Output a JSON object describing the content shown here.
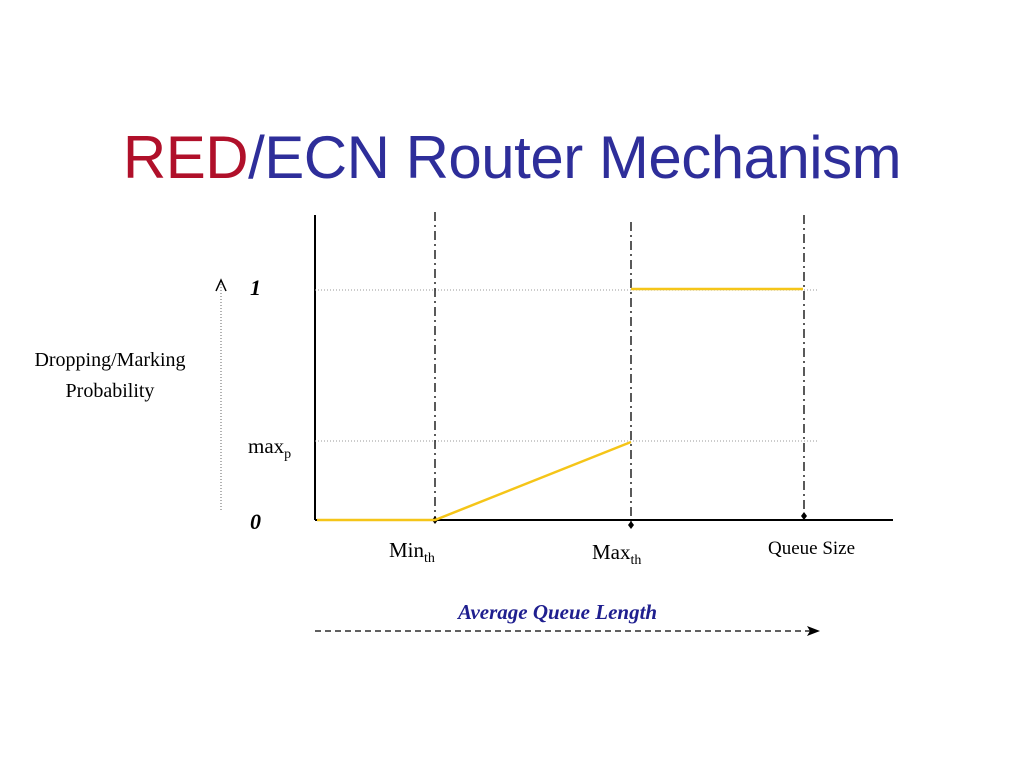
{
  "slide": {
    "title_part1": "RED",
    "title_part2": "/ECN Router Mechanism"
  },
  "diagram": {
    "y_axis_label_line1": "Dropping/Marking",
    "y_axis_label_line2": "Probability",
    "y_tick_top": "1",
    "y_tick_mid": "max",
    "y_tick_mid_sub": "p",
    "y_tick_zero": "0",
    "x_marker_min": "Min",
    "x_marker_min_sub": "th",
    "x_marker_max": "Max",
    "x_marker_max_sub": "th",
    "x_marker_queue": "Queue Size",
    "x_axis_label": "Average Queue Length",
    "colors": {
      "title_red": "#b0102a",
      "title_blue": "#2e2e9a",
      "curve": "#f5c518",
      "x_axis_label": "#1f1f8f"
    }
  }
}
